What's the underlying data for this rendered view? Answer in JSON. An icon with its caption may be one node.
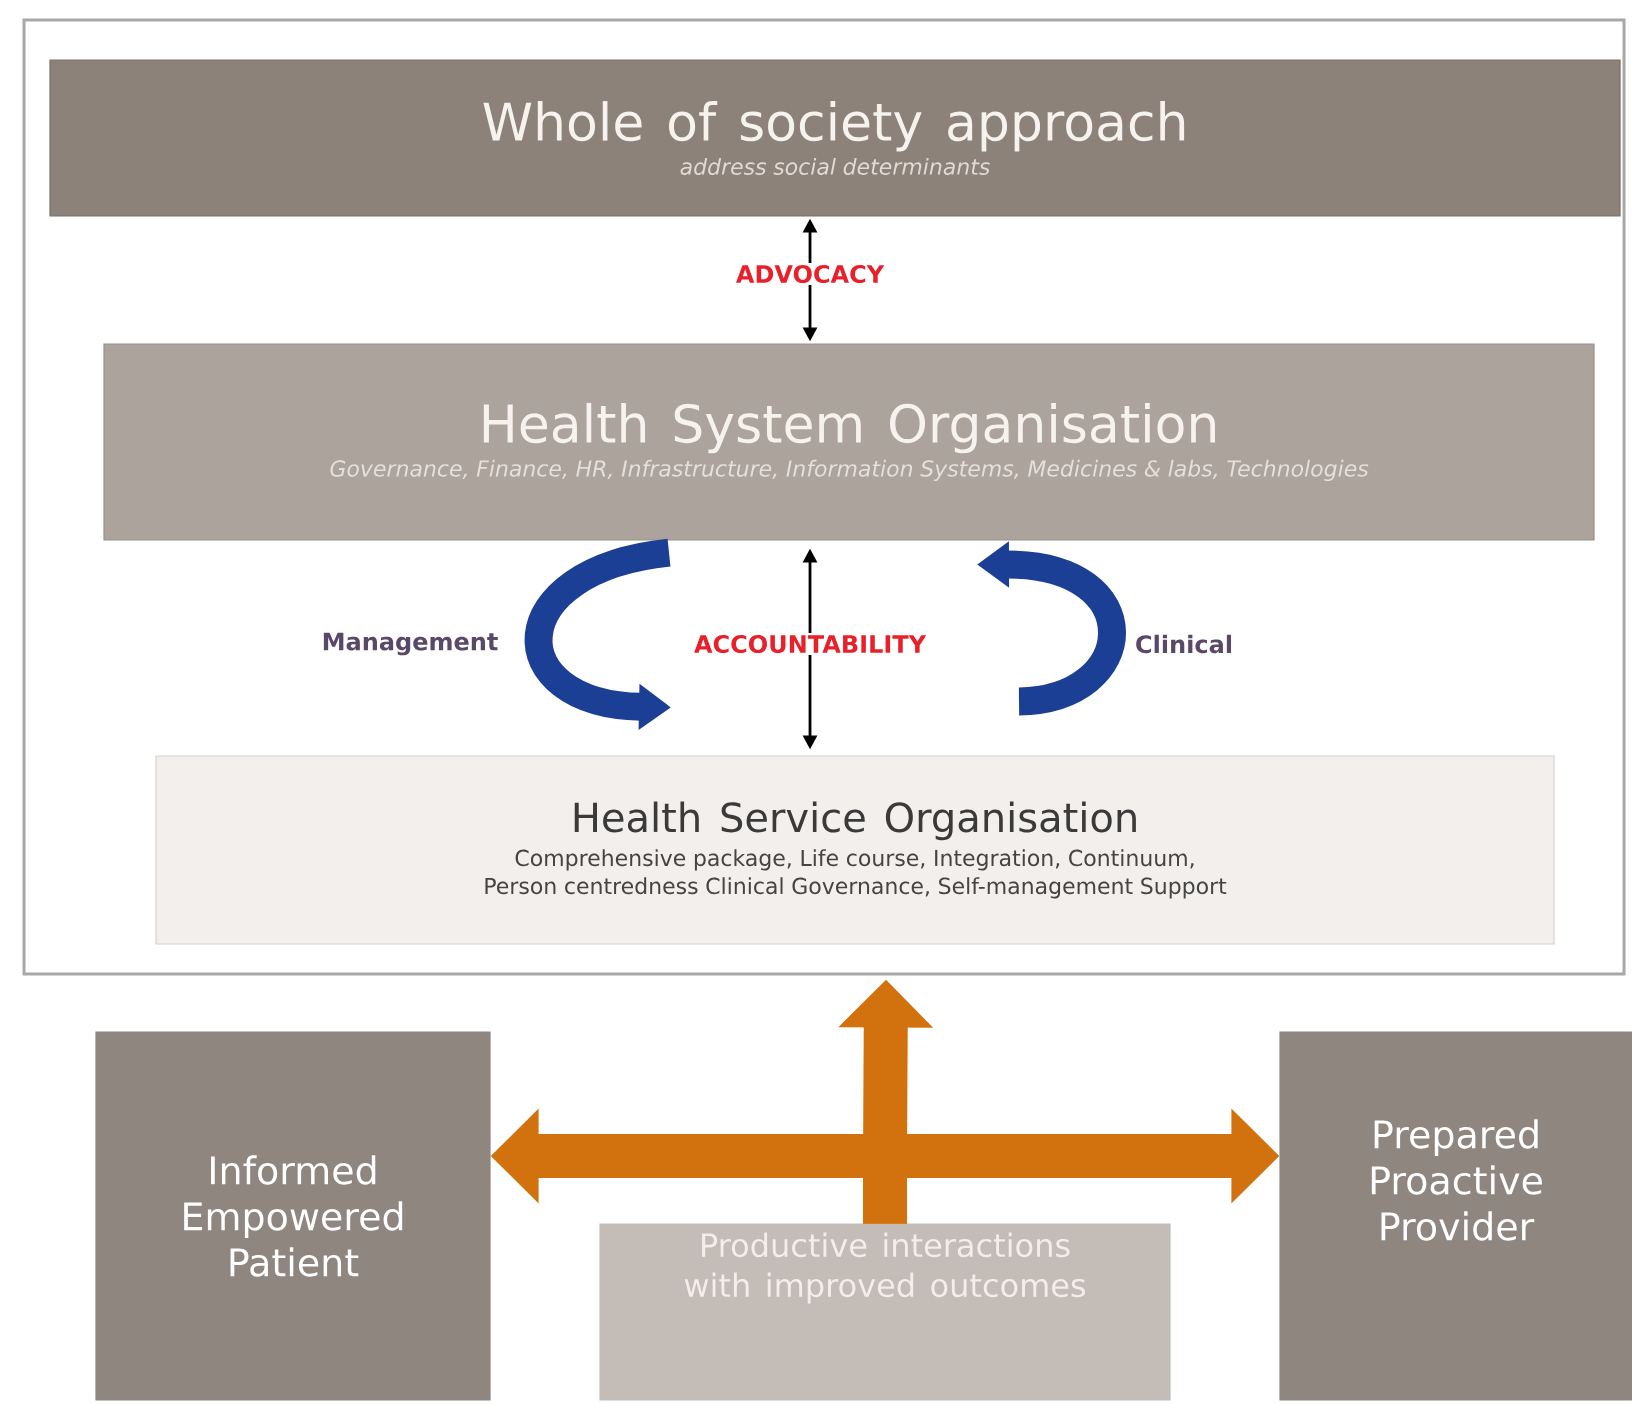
{
  "diagram": {
    "nodes": [
      {
        "text": [],
        "shape": "box"
      },
      {
        "text": [
          "Whole of society approach",
          "address social determinants"
        ],
        "in": 0
      },
      {
        "text": [
          "Health System Organisation",
          "Governance, Finance, HR, Infrastructure, Information Systems, Medicines & labs, Technologies"
        ],
        "in": 0
      },
      {
        "text": [
          "Health Service Organisation",
          "Comprehensive package, Life course, Integration, Continuum, Person centredness Clinical Governance, Self-management Support"
        ],
        "in": 0
      },
      {
        "text": [
          "Informed Empowered Patient"
        ]
      },
      {
        "text": [
          "Productive interactions with improved outcomes"
        ]
      },
      {
        "text": [
          "Prepared Proactive Provider"
        ]
      }
    ],
    "edges": [
      {
        "from": 1,
        "to": 2,
        "arrow": "both",
        "label": "ADVOCACY",
        "color": "#000000"
      },
      {
        "from": 2,
        "to": 3,
        "arrow": "both",
        "label": "ACCOUNTABILITY",
        "color": "#000000"
      },
      {
        "from": 2,
        "to": 3,
        "arrow": "to",
        "label": "Management",
        "color": "#1c3f96"
      },
      {
        "from": 3,
        "to": 2,
        "arrow": "to",
        "label": "Clinical",
        "color": "#1c3f96"
      },
      {
        "from": 5,
        "to": 4,
        "arrow": "to",
        "color": "#d2720f"
      },
      {
        "from": 5,
        "to": 6,
        "arrow": "to",
        "color": "#d2720f"
      },
      {
        "from": 5,
        "to": 0,
        "arrow": "to",
        "color": "#d2720f"
      }
    ]
  }
}
